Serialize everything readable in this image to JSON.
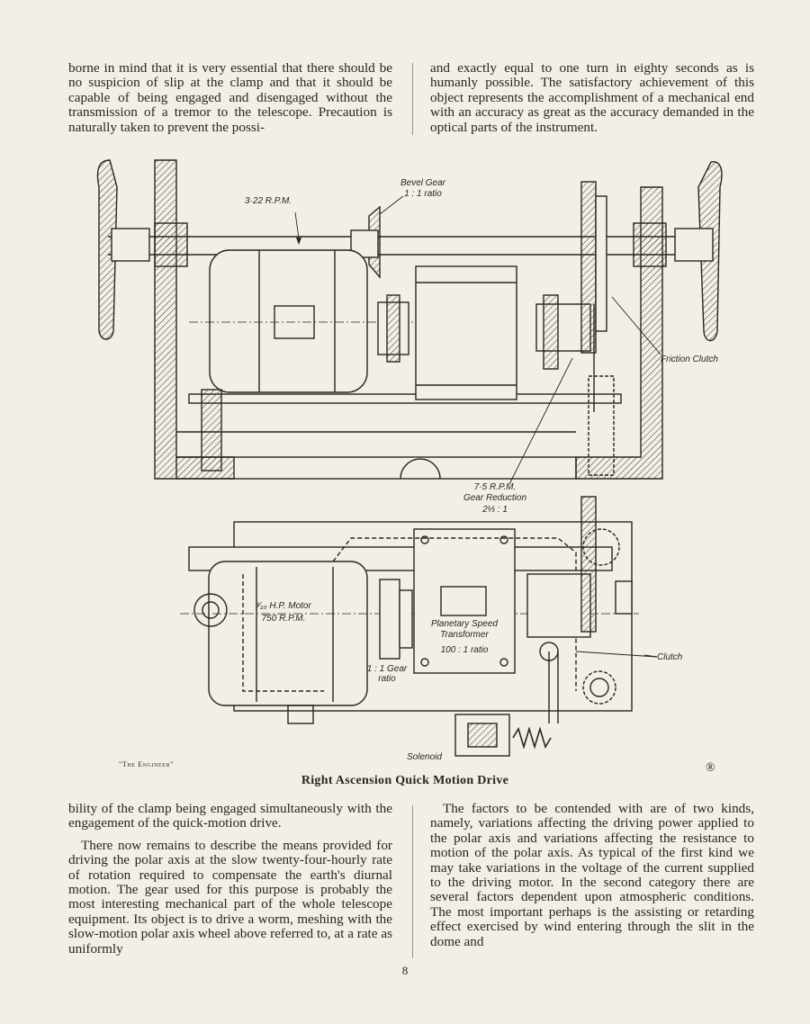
{
  "text": {
    "top_left": "borne in mind that it is very essential that there should be no suspicion of slip at the clamp and that it should be capable of being engaged and disengaged without the transmission of a tremor to the telescope. Precaution is naturally taken to prevent the possi-",
    "top_right": "and exactly equal to one turn in eighty seconds as is humanly possible. The satisfactory achievement of this object represents the accomplishment of a mechanical end with an accuracy as great as the accuracy demanded in the optical parts of the instrument.",
    "bottom_left_p1": "bility of the clamp being engaged simultaneously with the engagement of the quick-motion drive.",
    "bottom_left_p2": "There now remains to describe the means provided for driving the polar axis at the slow twenty-four-hourly rate of rotation required to compensate the earth's diurnal motion. The gear used for this purpose is probably the most interesting mechanical part of the whole telescope equipment. Its object is to drive a worm, meshing with the slow-motion polar axis wheel above referred to, at a rate as uniformly",
    "bottom_right": "The factors to be contended with are of two kinds, namely, variations affecting the driving power applied to the polar axis and variations affecting the resistance to motion of the polar axis. As typical of the first kind we may take variations in the voltage of the current supplied to the driving motor. In the second category there are several factors dependent upon atmospheric conditions. The most important perhaps is the assisting or retarding effect exercised by wind entering through the slit in the dome and"
  },
  "figure": {
    "caption": "Right Ascension Quick Motion Drive",
    "credit": "\"The Engineer\"",
    "mark": "®",
    "labels": {
      "rpm_shaft": "3·22 R.P.M.",
      "bevel_gear_1": "Bevel Gear",
      "bevel_gear_2": "1 : 1 ratio",
      "friction_clutch": "Friction Clutch",
      "reduction_1": "7·5 R.P.M.",
      "reduction_2": "Gear Reduction",
      "reduction_3": "2⅓ : 1",
      "motor_1": "³⁄₁₀ H.P. Motor",
      "motor_2": "750 R.P.M.",
      "planetary_1": "Planetary Speed",
      "planetary_2": "Transformer",
      "planetary_3": "100 : 1 ratio",
      "gear_ratio_1": "1 : 1 Gear",
      "gear_ratio_2": "ratio",
      "clutch": "Clutch",
      "solenoid": "Solenoid"
    }
  },
  "page_number": "8"
}
